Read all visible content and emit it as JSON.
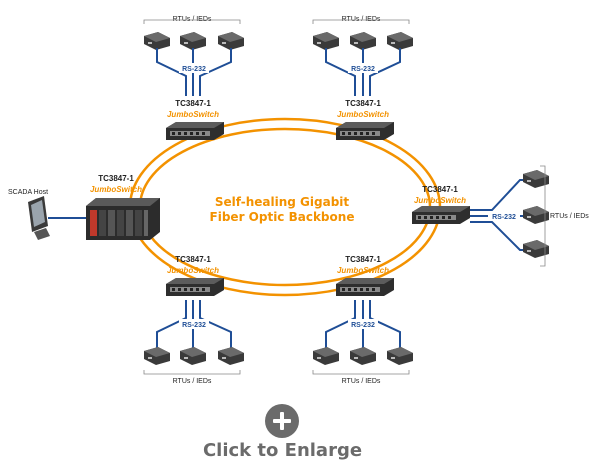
{
  "diagram": {
    "scada_label": "SCADA Host",
    "backbone_line1": "Self-healing Gigabit",
    "backbone_line2": "Fiber Optic Backbone",
    "nodes": {
      "top_left": {
        "model": "TC3847-1",
        "brand": "JumboSwitch",
        "group_label": "RTUs / IEDs",
        "link_label": "RS-232"
      },
      "top_right": {
        "model": "TC3847-1",
        "brand": "JumboSwitch",
        "group_label": "RTUs / IEDs",
        "link_label": "RS-232"
      },
      "right": {
        "model": "TC3847-1",
        "brand": "JumboSwitch",
        "group_label": "RTUs / IEDs",
        "link_label": "RS-232"
      },
      "bottom_left": {
        "model": "TC3847-1",
        "brand": "JumboSwitch",
        "group_label": "RTUs / IEDs",
        "link_label": "RS-232"
      },
      "bottom_right": {
        "model": "TC3847-1",
        "brand": "JumboSwitch",
        "group_label": "RTUs / IEDs",
        "link_label": "RS-232"
      },
      "main": {
        "model": "TC3847-1",
        "brand": "JumboSwitch"
      }
    }
  },
  "footer": {
    "enlarge_label": "Click to Enlarge"
  },
  "colors": {
    "fiber": "#f39200",
    "serial": "#1f4e96",
    "device": "#3a3a3a",
    "button": "#6b6b6b"
  }
}
